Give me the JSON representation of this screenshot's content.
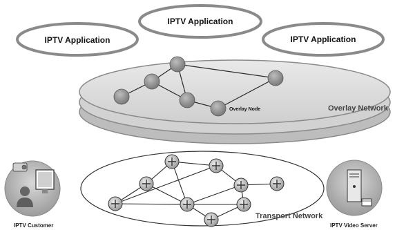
{
  "applications": [
    {
      "label": "IPTV Application"
    },
    {
      "label": "IPTV Application"
    },
    {
      "label": "IPTV Application"
    }
  ],
  "overlay": {
    "network_label": "Overlay Network",
    "node_label": "Overlay Node"
  },
  "transport": {
    "network_label": "Transport Network"
  },
  "customer": {
    "label": "IPTV Customer"
  },
  "server": {
    "label": "IPTV Video Server"
  }
}
